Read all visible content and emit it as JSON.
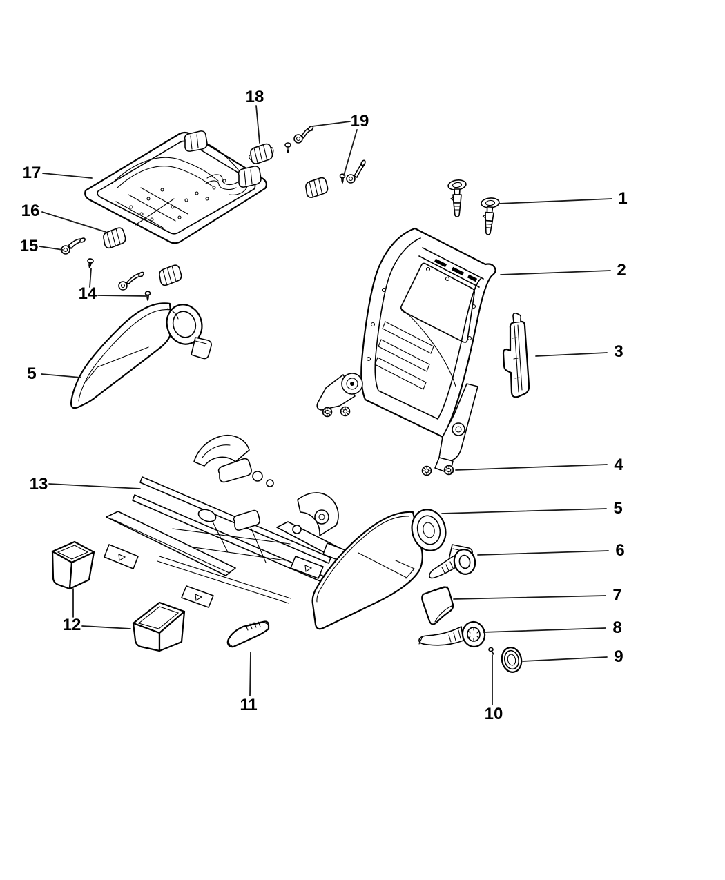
{
  "figure": {
    "type": "exploded-parts-diagram",
    "subject": "Vehicle front seat - adjusters, recliners and shields",
    "background_color": "#ffffff",
    "line_color": "#000000",
    "label_color": "#000000",
    "callout_count": 19
  },
  "callouts": {
    "c1": {
      "label": "1",
      "part": "headrest-guide-sleeves"
    },
    "c2": {
      "label": "2",
      "part": "seat-back-frame"
    },
    "c3": {
      "label": "3",
      "part": "side-trim-strip"
    },
    "c4": {
      "label": "4",
      "part": "mounting-nuts"
    },
    "c5": {
      "label": "5",
      "part": "recliner-side-shield"
    },
    "c6": {
      "label": "6",
      "part": "small-handle"
    },
    "c7": {
      "label": "7",
      "part": "spacer-wedge"
    },
    "c8": {
      "label": "8",
      "part": "recliner-lever"
    },
    "c9": {
      "label": "9",
      "part": "bezel-cap"
    },
    "c10": {
      "label": "10",
      "part": "screw"
    },
    "c11": {
      "label": "11",
      "part": "adjuster-handle"
    },
    "c12": {
      "label": "12",
      "part": "track-end-covers"
    },
    "c13": {
      "label": "13",
      "part": "seat-adjuster-track"
    },
    "c14": {
      "label": "14",
      "part": "hook-bracket-with-screws"
    },
    "c15": {
      "label": "15",
      "part": "hook-bracket"
    },
    "c16": {
      "label": "16",
      "part": "wire-clip"
    },
    "c17": {
      "label": "17",
      "part": "seat-cushion-pan"
    },
    "c18": {
      "label": "18",
      "part": "wire-clip"
    },
    "c19": {
      "label": "19",
      "part": "hook-brackets"
    }
  }
}
